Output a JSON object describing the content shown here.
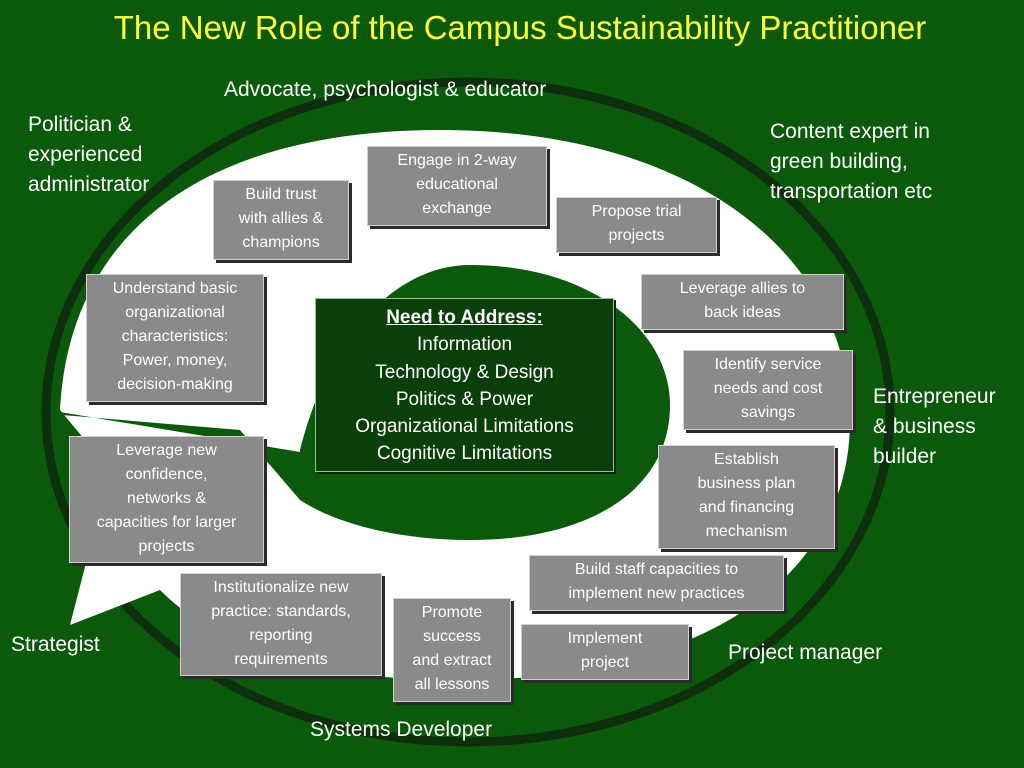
{
  "title": "The New Role of the Campus Sustainability Practitioner",
  "center": {
    "heading": "Need to Address:",
    "items": [
      "Information",
      "Technology & Design",
      "Politics & Power",
      "Organizational Limitations",
      "Cognitive Limitations"
    ]
  },
  "roles": {
    "advocate": "Advocate, psychologist & educator",
    "politician": "Politician &\nexperienced\nadministrator",
    "content_expert": "Content expert in\ngreen building,\ntransportation etc",
    "entrepreneur": "Entrepreneur\n& business\nbuilder",
    "strategist": "Strategist",
    "project_manager": "Project manager",
    "systems_developer": "Systems Developer"
  },
  "steps": {
    "engage": "Engage in 2-way\neducational\nexchange",
    "build_trust": "Build trust\nwith allies &\nchampions",
    "propose_trial": "Propose trial\nprojects",
    "understand": "Understand basic\norganizational\ncharacteristics:\nPower, money,\ndecision-making",
    "leverage_allies": "Leverage allies to\nback ideas",
    "identify_service": "Identify service\nneeds and cost\nsavings",
    "leverage_confidence": "Leverage new\nconfidence,\nnetworks &\ncapacities for larger\nprojects",
    "establish_plan": "Establish\nbusiness plan\nand financing\nmechanism",
    "build_staff": "Build staff capacities to\nimplement new practices",
    "institutionalize": "Institutionalize new\npractice: standards,\nreporting\nrequirements",
    "promote": "Promote\nsuccess\nand extract\nall lessons",
    "implement": "Implement\nproject"
  },
  "colors": {
    "background": "#0b5a0b",
    "title": "#ffff33",
    "ring": "#ffffff",
    "outer_ellipse": "#0d2f0d",
    "step_box": "#8a8a8a",
    "center_box": "#0a3f0a"
  }
}
